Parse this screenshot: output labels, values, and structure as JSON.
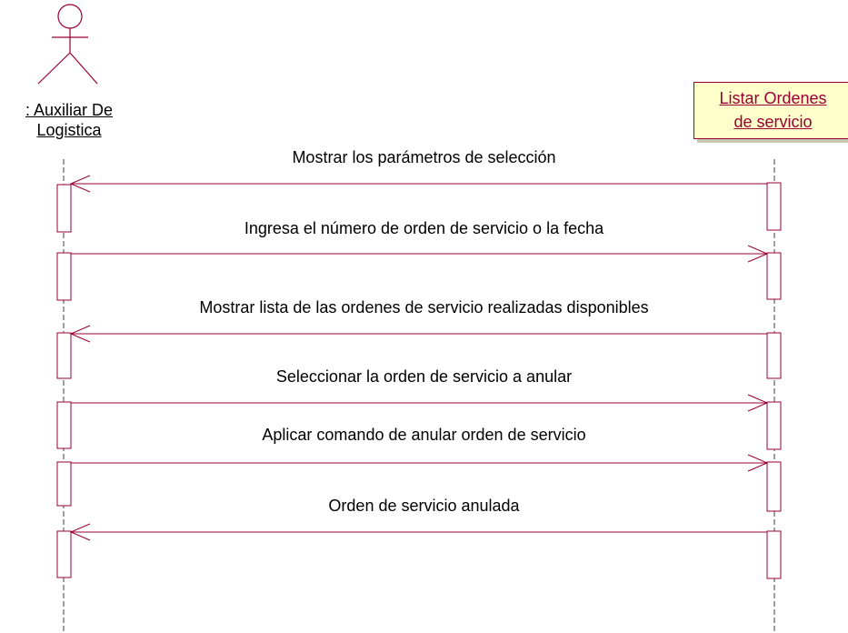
{
  "actor": {
    "name_line1": ": Auxiliar De",
    "name_line2": "Logistica"
  },
  "object": {
    "name_line1": "Listar Ordenes",
    "name_line2": "de servicio"
  },
  "messages": [
    {
      "label": "Mostrar los parámetros de selección",
      "direction": "left"
    },
    {
      "label": "Ingresa el número de orden de servicio o la fecha",
      "direction": "right"
    },
    {
      "label": "Mostrar lista de las ordenes de servicio realizadas disponibles",
      "direction": "left"
    },
    {
      "label": "Seleccionar la orden de servicio a anular",
      "direction": "right"
    },
    {
      "label": "Aplicar comando de anular orden de servicio",
      "direction": "right"
    },
    {
      "label": "Orden de servicio anulada",
      "direction": "left"
    }
  ],
  "colors": {
    "line": "#990033",
    "object_fill": "#ffffcc",
    "lifeline": "#404040"
  }
}
